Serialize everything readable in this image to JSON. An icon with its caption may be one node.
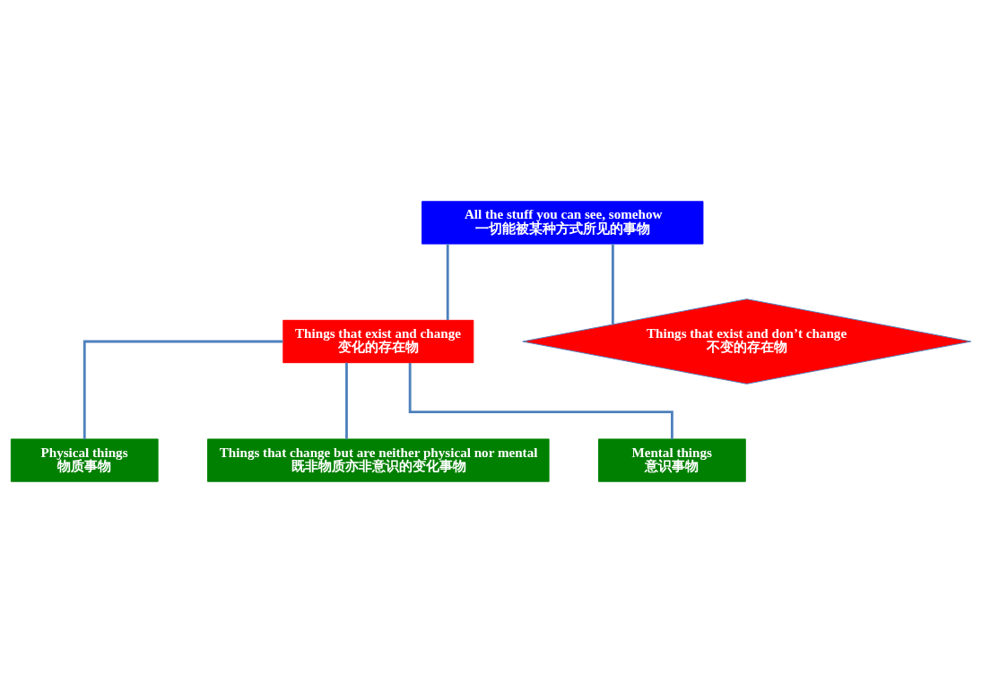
{
  "diagram": {
    "nodes": [
      {
        "text": [
          "All the stuff you can see, somehow",
          "一切能被某种方式所见的事物"
        ]
      },
      {
        "text": [
          "Things that exist and change",
          "变化的存在物"
        ]
      },
      {
        "text": [
          "Things that exist and don’t change",
          "不变的存在物"
        ]
      },
      {
        "text": [
          "Physical things",
          "物质事物"
        ]
      },
      {
        "text": [
          "Things that change but are neither physical nor mental",
          "既非物质亦非意识的变化事物"
        ]
      },
      {
        "text": [
          "Mental things",
          "意识事物"
        ]
      }
    ],
    "edges": [
      {
        "from": 0,
        "to": 1,
        "arrow": "none"
      },
      {
        "from": 0,
        "to": 2,
        "arrow": "none"
      },
      {
        "from": 1,
        "to": 3,
        "arrow": "none"
      },
      {
        "from": 1,
        "to": 4,
        "arrow": "none"
      },
      {
        "from": 1,
        "to": 5,
        "arrow": "none"
      }
    ]
  }
}
